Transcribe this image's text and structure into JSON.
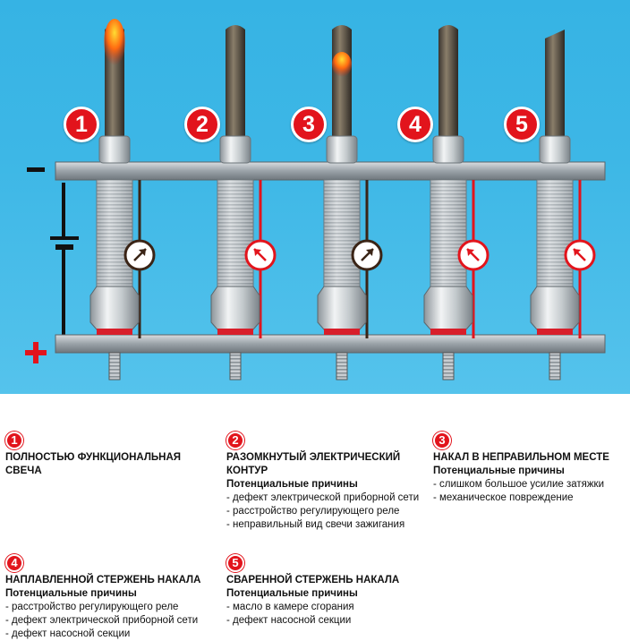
{
  "diagram": {
    "plugs": [
      {
        "number": "1",
        "meter": "ok"
      },
      {
        "number": "2",
        "meter": "open"
      },
      {
        "number": "3",
        "meter": "ok"
      },
      {
        "number": "4",
        "meter": "open"
      },
      {
        "number": "5",
        "meter": "open"
      }
    ],
    "polarity": {
      "negative": "−",
      "positive": "+"
    },
    "colors": {
      "background": "#3db7e6",
      "accent": "#e2141c",
      "wire_ok": "#3a2416",
      "wire_fault": "#e2141c"
    }
  },
  "descriptions": [
    {
      "number": "1",
      "title": "ПОЛНОСТЬЮ ФУНКЦИОНАЛЬНАЯ СВЕЧА",
      "subtitle": "",
      "items": []
    },
    {
      "number": "2",
      "title": "РАЗОМКНУТЫЙ ЭЛЕКТРИЧЕСКИЙ КОНТУР",
      "subtitle": "Потенциальные причины",
      "items": [
        "- дефект электрической приборной сети",
        "- расстройство регулирующего реле",
        "- неправильный вид свечи зажигания"
      ]
    },
    {
      "number": "3",
      "title": "НАКАЛ В НЕПРАВИЛЬНОМ МЕСТЕ",
      "subtitle": "Потенциальные причины",
      "items": [
        "- слишком большое усилие затяжки",
        "- механическое повреждение"
      ]
    },
    {
      "number": "4",
      "title": "НАПЛАВЛЕННОЙ СТЕРЖЕНЬ НАКАЛА",
      "subtitle": "Потенциальные причины",
      "items": [
        "- расстройство регулирующего реле",
        "- дефект электрической приборной сети",
        "- дефект насосной секции"
      ]
    },
    {
      "number": "5",
      "title": "СВАРЕННОЙ СТЕРЖЕНЬ НАКАЛА",
      "subtitle": "Потенциальные причины",
      "items": [
        "- масло в камере сгорания",
        "- дефект насосной секции"
      ]
    }
  ]
}
